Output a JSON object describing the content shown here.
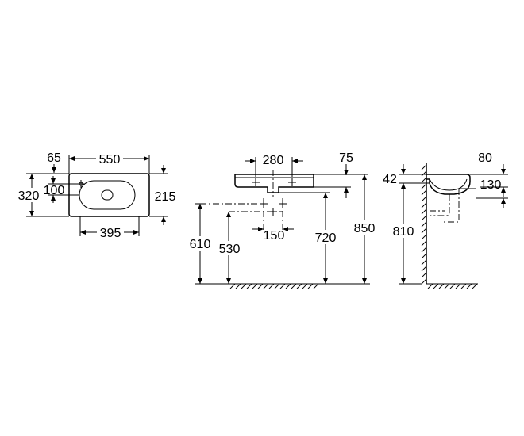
{
  "drawing": {
    "colors": {
      "ink": "#000000",
      "background": "#ffffff"
    },
    "top_view": {
      "dim_65": "65",
      "dim_550": "550",
      "dim_320": "320",
      "dim_100": "100",
      "dim_215": "215",
      "dim_395": "395"
    },
    "front_view": {
      "dim_280": "280",
      "dim_75": "75",
      "dim_610": "610",
      "dim_530": "530",
      "dim_150": "150",
      "dim_720": "720",
      "dim_850": "850"
    },
    "side_view": {
      "dim_42": "42",
      "dim_80": "80",
      "dim_130": "130",
      "dim_810": "810"
    }
  }
}
